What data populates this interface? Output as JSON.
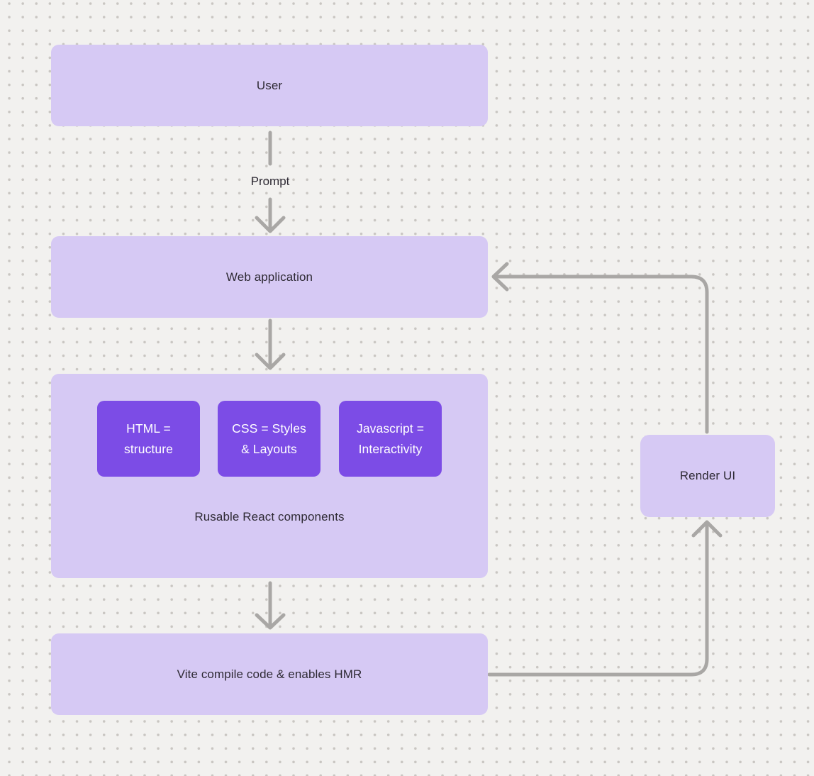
{
  "colors": {
    "background": "#f2f1ef",
    "dot_grid": "#c9c6c2",
    "node_fill_light": "#d6c9f4",
    "node_fill_dark": "#7c4ce6",
    "connector_gray": "#a9a7a5",
    "text_dark": "#2e2a34",
    "text_light": "#ffffff"
  },
  "nodes": {
    "user": {
      "label": "User"
    },
    "web_application": {
      "label": "Web application"
    },
    "components": {
      "caption": "Rusable React components",
      "items": [
        {
          "label": "HTML = structure"
        },
        {
          "label": "CSS = Styles & Layouts"
        },
        {
          "label": "Javascript = Interactivity"
        }
      ]
    },
    "vite": {
      "label": "Vite compile code & enables HMR"
    },
    "render_ui": {
      "label": "Render UI"
    }
  },
  "edges": {
    "prompt_label": "Prompt",
    "flow": [
      {
        "from": "user",
        "to": "web_application",
        "label": "Prompt"
      },
      {
        "from": "web_application",
        "to": "components",
        "label": ""
      },
      {
        "from": "components",
        "to": "vite",
        "label": ""
      },
      {
        "from": "vite",
        "to": "render_ui",
        "label": ""
      },
      {
        "from": "render_ui",
        "to": "web_application",
        "label": ""
      }
    ]
  }
}
